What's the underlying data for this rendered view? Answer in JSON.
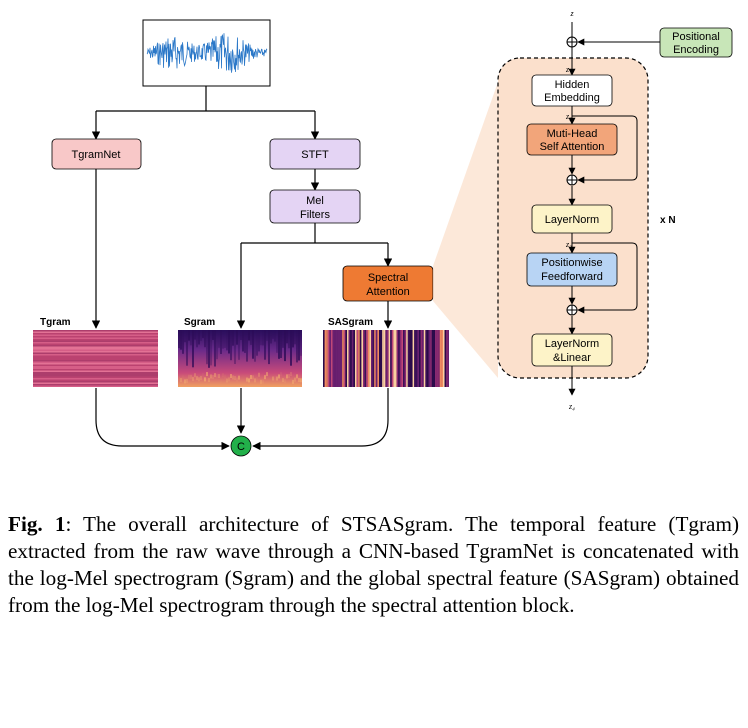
{
  "diagram": {
    "nodes": {
      "tgramnet": "TgramNet",
      "stft": "STFT",
      "mel_line1": "Mel",
      "mel_line2": "Filters",
      "spectral_line1": "Spectral",
      "spectral_line2": "Attention",
      "concat": "C"
    },
    "feature_maps": {
      "tgram": "Tgram",
      "sgram": "Sgram",
      "sasgram": "SASgram"
    },
    "transformer": {
      "input": "z",
      "z1": "z₁",
      "z2": "z₂",
      "z3": "z₃",
      "output": "z₄",
      "positional_line1": "Positional",
      "positional_line2": "Encoding",
      "hidden_line1": "Hidden",
      "hidden_line2": "Embedding",
      "mha_line1": "Muti-Head",
      "mha_line2": "Self Attention",
      "layernorm": "LayerNorm",
      "ffn_line1": "Positionwise",
      "ffn_line2": "Feedforward",
      "final_line1": "LayerNorm",
      "final_line2": "&Linear",
      "repeat": "x N",
      "plus_symbol": "⊕"
    }
  },
  "caption": {
    "fig_label": "Fig. 1",
    "text": ": The overall architecture of STSASgram. The temporal feature (Tgram) extracted from the raw wave through a CNN-based TgramNet is concatenated with the log-Mel spectrogram (Sgram) and the global spectral feature (SASgram) obtained from the log-Mel spectrogram through the spectral attention block."
  },
  "colors": {
    "tgramnet": "#f8c8c8",
    "stft": "#e4d4f4",
    "spectral_attention": "#ee7a33",
    "transformer_panel": "#fbe0cc",
    "positional": "#c8e6b8",
    "hidden": "#ffffff",
    "mha": "#f2a57a",
    "layernorm": "#fdf3c8",
    "ffn": "#b8d4f4",
    "concat": "#22b04a",
    "waveform": "#2b78c8"
  }
}
